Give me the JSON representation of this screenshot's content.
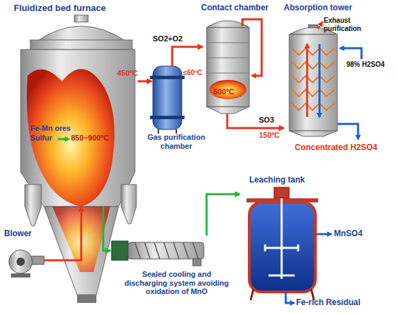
{
  "diagram": {
    "nodes": [
      {
        "text": [
          "Fluidized bed furnace",
          "850~900ºC"
        ]
      },
      {
        "text": [
          "Gas purification chamber"
        ]
      },
      {
        "text": [
          "Contact chamber",
          "500ºC"
        ]
      },
      {
        "text": [
          "Absorption tower"
        ]
      },
      {
        "text": [
          "Blower"
        ]
      },
      {
        "text": [
          "Sealed cooling and discharging system avoiding oxidation of MnO"
        ]
      },
      {
        "text": [
          "Leaching tank"
        ]
      }
    ],
    "edges": [
      {
        "from": 0,
        "to": 1,
        "label": "450ºC",
        "arrow": "to"
      },
      {
        "from": 1,
        "to": 2,
        "label": "SO2+O2",
        "arrow": "to"
      },
      {
        "from": 2,
        "to": 3,
        "label": "SO3",
        "arrow": "to"
      },
      {
        "from": 4,
        "to": 0,
        "arrow": "to"
      },
      {
        "from": 0,
        "to": 5,
        "arrow": "to"
      },
      {
        "from": 5,
        "to": 6,
        "arrow": "to"
      }
    ],
    "labels": [
      "Fe-Mn ores",
      "Sulfur",
      "≤60ºC",
      "150ºC",
      "Exhaust purification",
      "98% H2SO4",
      "Concentrated H2SO4",
      "MnSO4",
      "Fe-rich Residual"
    ]
  }
}
